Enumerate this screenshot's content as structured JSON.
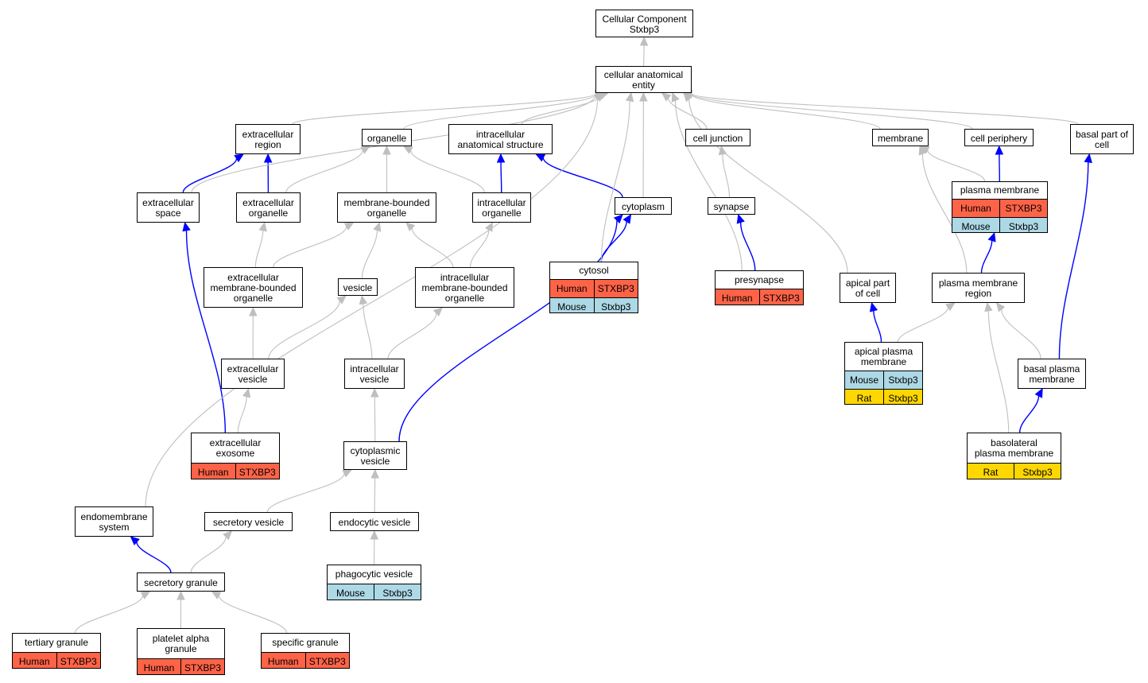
{
  "colors": {
    "is_a_edge": "#bfbfbf",
    "part_of_edge": "#0000ff",
    "human": "#ff6347",
    "mouse": "#add8e6",
    "rat": "#ffd700",
    "node_border": "#000000"
  },
  "nodes": [
    {
      "id": "root",
      "label": "Cellular Component\nStxbp3"
    },
    {
      "id": "cae",
      "label": "cellular anatomical\nentity"
    },
    {
      "id": "ecr",
      "label": "extracellular\nregion"
    },
    {
      "id": "org",
      "label": "organelle"
    },
    {
      "id": "ias",
      "label": "intracellular\nanatomical structure"
    },
    {
      "id": "cj",
      "label": "cell junction"
    },
    {
      "id": "mem",
      "label": "membrane"
    },
    {
      "id": "cp",
      "label": "cell periphery"
    },
    {
      "id": "bpc",
      "label": "basal part of\ncell"
    },
    {
      "id": "ecs",
      "label": "extracellular\nspace"
    },
    {
      "id": "eco",
      "label": "extracellular\norganelle"
    },
    {
      "id": "mbo",
      "label": "membrane-bounded\norganelle"
    },
    {
      "id": "ico",
      "label": "intracellular\norganelle"
    },
    {
      "id": "cyt",
      "label": "cytoplasm"
    },
    {
      "id": "syn",
      "label": "synapse"
    },
    {
      "id": "pm",
      "label": "plasma membrane",
      "rows": [
        [
          "Human",
          "STXBP3"
        ],
        [
          "Mouse",
          "Stxbp3"
        ]
      ]
    },
    {
      "id": "embo",
      "label": "extracellular\nmembrane-bounded\norganelle"
    },
    {
      "id": "ves",
      "label": "vesicle"
    },
    {
      "id": "imbo",
      "label": "intracellular\nmembrane-bounded\norganelle"
    },
    {
      "id": "cytosol",
      "label": "cytosol",
      "rows": [
        [
          "Human",
          "STXBP3"
        ],
        [
          "Mouse",
          "Stxbp3"
        ]
      ]
    },
    {
      "id": "pre",
      "label": "presynapse",
      "rows": [
        [
          "Human",
          "STXBP3"
        ]
      ]
    },
    {
      "id": "apc",
      "label": "apical part\nof cell"
    },
    {
      "id": "pmr",
      "label": "plasma membrane\nregion"
    },
    {
      "id": "ecv",
      "label": "extracellular\nvesicle"
    },
    {
      "id": "icv",
      "label": "intracellular\nvesicle"
    },
    {
      "id": "apm",
      "label": "apical plasma\nmembrane",
      "rows": [
        [
          "Mouse",
          "Stxbp3"
        ],
        [
          "Rat",
          "Stxbp3"
        ]
      ]
    },
    {
      "id": "bpm",
      "label": "basal plasma\nmembrane"
    },
    {
      "id": "exo",
      "label": "extracellular\nexosome",
      "rows": [
        [
          "Human",
          "STXBP3"
        ]
      ]
    },
    {
      "id": "cv",
      "label": "cytoplasmic\nvesicle"
    },
    {
      "id": "blpm",
      "label": "basolateral\nplasma membrane",
      "rows": [
        [
          "Rat",
          "Stxbp3"
        ]
      ]
    },
    {
      "id": "ems",
      "label": "endomembrane\nsystem"
    },
    {
      "id": "sv",
      "label": "secretory vesicle"
    },
    {
      "id": "ev",
      "label": "endocytic vesicle"
    },
    {
      "id": "sg",
      "label": "secretory granule"
    },
    {
      "id": "phv",
      "label": "phagocytic vesicle",
      "rows": [
        [
          "Mouse",
          "Stxbp3"
        ]
      ]
    },
    {
      "id": "tg",
      "label": "tertiary granule",
      "rows": [
        [
          "Human",
          "STXBP3"
        ]
      ]
    },
    {
      "id": "pag",
      "label": "platelet alpha\ngranule",
      "rows": [
        [
          "Human",
          "STXBP3"
        ]
      ]
    },
    {
      "id": "spg",
      "label": "specific granule",
      "rows": [
        [
          "Human",
          "STXBP3"
        ]
      ]
    }
  ],
  "edges": [
    {
      "from": "cae",
      "to": "root",
      "type": "is_a"
    },
    {
      "from": "ecr",
      "to": "cae",
      "type": "is_a"
    },
    {
      "from": "org",
      "to": "cae",
      "type": "is_a"
    },
    {
      "from": "ias",
      "to": "cae",
      "type": "is_a"
    },
    {
      "from": "cj",
      "to": "cae",
      "type": "is_a"
    },
    {
      "from": "mem",
      "to": "cae",
      "type": "is_a"
    },
    {
      "from": "cp",
      "to": "cae",
      "type": "is_a"
    },
    {
      "from": "bpc",
      "to": "cae",
      "type": "is_a"
    },
    {
      "from": "ecs",
      "to": "cae",
      "type": "is_a"
    },
    {
      "from": "cyt",
      "to": "cae",
      "type": "is_a"
    },
    {
      "from": "cytosol",
      "to": "cae",
      "type": "is_a"
    },
    {
      "from": "pre",
      "to": "cae",
      "type": "is_a"
    },
    {
      "from": "apc",
      "to": "cae",
      "type": "is_a"
    },
    {
      "from": "ems",
      "to": "cae",
      "type": "is_a"
    },
    {
      "from": "ecs",
      "to": "ecr",
      "type": "part_of"
    },
    {
      "from": "eco",
      "to": "ecr",
      "type": "part_of"
    },
    {
      "from": "eco",
      "to": "org",
      "type": "is_a"
    },
    {
      "from": "mbo",
      "to": "org",
      "type": "is_a"
    },
    {
      "from": "ico",
      "to": "org",
      "type": "is_a"
    },
    {
      "from": "ico",
      "to": "ias",
      "type": "part_of"
    },
    {
      "from": "cyt",
      "to": "ias",
      "type": "part_of"
    },
    {
      "from": "syn",
      "to": "cj",
      "type": "is_a"
    },
    {
      "from": "pm",
      "to": "mem",
      "type": "is_a"
    },
    {
      "from": "pmr",
      "to": "mem",
      "type": "is_a"
    },
    {
      "from": "pm",
      "to": "cp",
      "type": "part_of"
    },
    {
      "from": "bpm",
      "to": "bpc",
      "type": "part_of"
    },
    {
      "from": "embo",
      "to": "eco",
      "type": "is_a"
    },
    {
      "from": "embo",
      "to": "mbo",
      "type": "is_a"
    },
    {
      "from": "ves",
      "to": "mbo",
      "type": "is_a"
    },
    {
      "from": "imbo",
      "to": "mbo",
      "type": "is_a"
    },
    {
      "from": "imbo",
      "to": "ico",
      "type": "is_a"
    },
    {
      "from": "cytosol",
      "to": "cyt",
      "type": "part_of"
    },
    {
      "from": "cv",
      "to": "cyt",
      "type": "part_of"
    },
    {
      "from": "pre",
      "to": "syn",
      "type": "part_of"
    },
    {
      "from": "pmr",
      "to": "pm",
      "type": "part_of"
    },
    {
      "from": "ecv",
      "to": "embo",
      "type": "is_a"
    },
    {
      "from": "ecv",
      "to": "ves",
      "type": "is_a"
    },
    {
      "from": "icv",
      "to": "ves",
      "type": "is_a"
    },
    {
      "from": "icv",
      "to": "imbo",
      "type": "is_a"
    },
    {
      "from": "apm",
      "to": "apc",
      "type": "part_of"
    },
    {
      "from": "apm",
      "to": "pmr",
      "type": "is_a"
    },
    {
      "from": "bpm",
      "to": "pmr",
      "type": "is_a"
    },
    {
      "from": "blpm",
      "to": "pmr",
      "type": "is_a"
    },
    {
      "from": "blpm",
      "to": "bpm",
      "type": "part_of"
    },
    {
      "from": "exo",
      "to": "ecv",
      "type": "is_a"
    },
    {
      "from": "exo",
      "to": "ecs",
      "type": "part_of"
    },
    {
      "from": "cv",
      "to": "icv",
      "type": "is_a"
    },
    {
      "from": "sv",
      "to": "cv",
      "type": "is_a"
    },
    {
      "from": "ev",
      "to": "cv",
      "type": "is_a"
    },
    {
      "from": "sg",
      "to": "sv",
      "type": "is_a"
    },
    {
      "from": "sg",
      "to": "ems",
      "type": "part_of"
    },
    {
      "from": "phv",
      "to": "ev",
      "type": "is_a"
    },
    {
      "from": "tg",
      "to": "sg",
      "type": "is_a"
    },
    {
      "from": "pag",
      "to": "sg",
      "type": "is_a"
    },
    {
      "from": "spg",
      "to": "sg",
      "type": "is_a"
    }
  ]
}
